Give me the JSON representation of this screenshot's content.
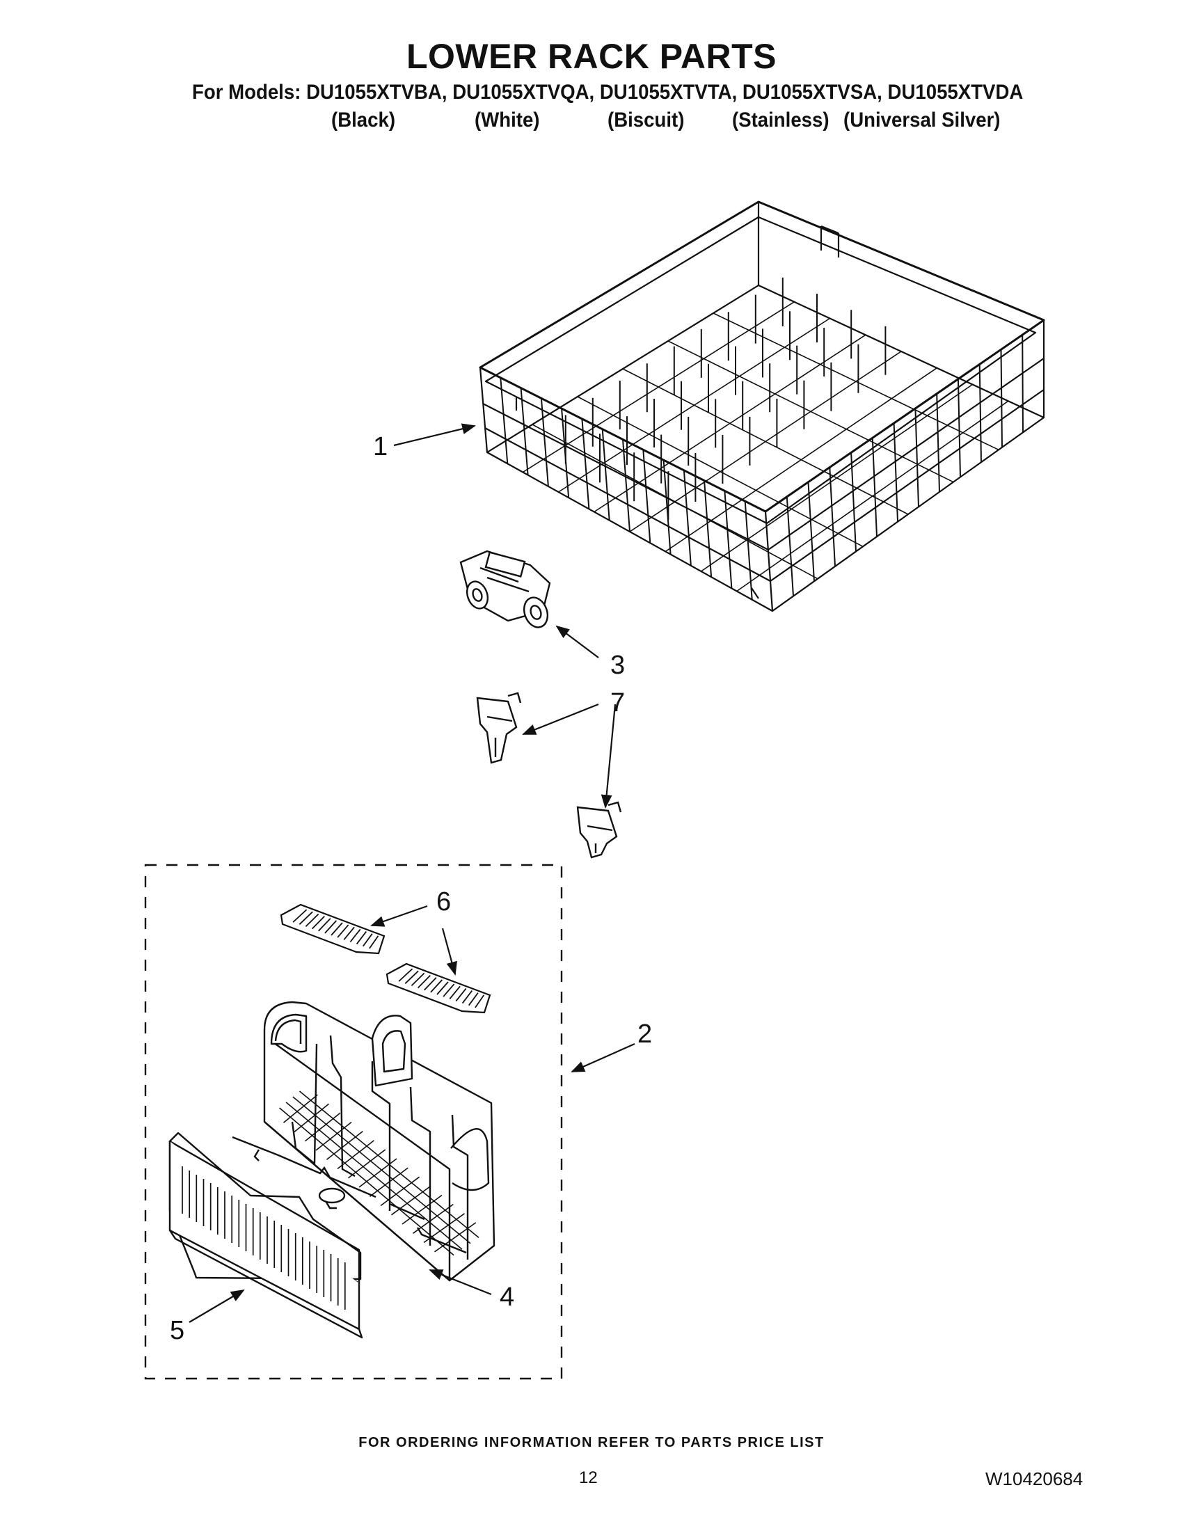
{
  "header": {
    "title": "LOWER RACK PARTS",
    "models_line": "For Models: DU1055XTVBA, DU1055XTVQA, DU1055XTVTA, DU1055XTVSA, DU1055XTVDA",
    "colors": [
      "(Black)",
      "(White)",
      "(Biscuit)",
      "(Stainless)",
      "(Universal Silver)"
    ]
  },
  "callouts": {
    "c1": "1",
    "c2": "2",
    "c3": "3",
    "c4": "4",
    "c5": "5",
    "c6": "6",
    "c7": "7"
  },
  "footer": {
    "ordering_note": "FOR ORDERING INFORMATION REFER TO PARTS PRICE LIST",
    "page_number": "12",
    "document_number": "W10420684"
  }
}
